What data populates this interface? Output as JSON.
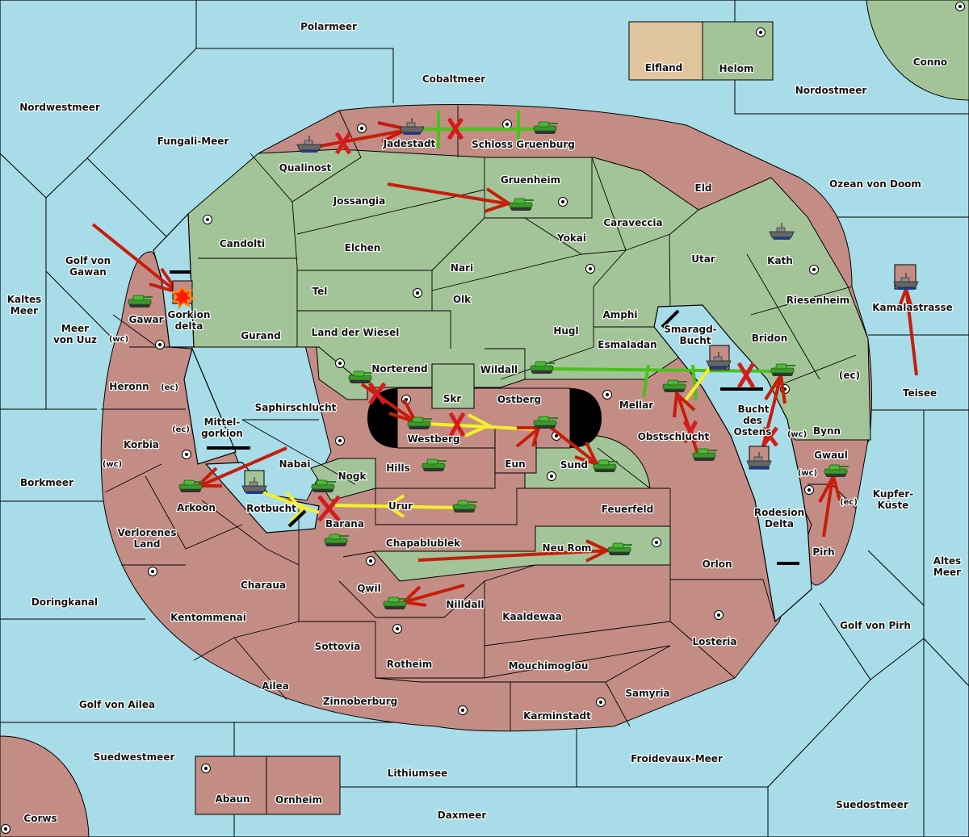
{
  "map": {
    "title": "Diplomacy map",
    "colors": {
      "sea": "#a7dce8",
      "power_red": "#c38d85",
      "power_green": "#a3c498",
      "neutral_tan": "#e1c59e",
      "order_move": "#c71d0b",
      "order_support": "#49c21c",
      "order_convoy": "#f5ef2a",
      "failed_marker": "#d41c1c"
    },
    "sea_regions": [
      "Polarmeer",
      "Cobaltmeer",
      "Nordwestmeer",
      "Fungali-Meer",
      "Nordostmeer",
      "Ozean von Doom",
      "Golf von Gawan",
      "Kaltes Meer",
      "Meer von Uuz",
      "Mittel-gorkion",
      "Borkmeer",
      "Rotbucht",
      "Doringkanal",
      "Golf von Ailea",
      "Suedwestmeer",
      "Lithiumsee",
      "Daxmeer",
      "Froidevaux-Meer",
      "Suedostmeer",
      "Golf von Pirh",
      "Altes Meer",
      "Kupfer-Küste",
      "Rodesion Delta",
      "Teisee",
      "Kamalastrasse",
      "Smaragd-Bucht",
      "Bucht des Ostens",
      "Gorkion delta"
    ],
    "labels": {
      "polarmeer": "Polarmeer",
      "cobaltmeer": "Cobaltmeer",
      "nordwestmeer": "Nordwestmeer",
      "fungali": "Fungali-Meer",
      "nordostmeer": "Nordostmeer",
      "ozean": "Ozean von Doom",
      "golf_gawan": [
        "Golf von",
        "Gawan"
      ],
      "kaltes": [
        "Kaltes",
        "Meer"
      ],
      "uuz": [
        "Meer",
        "von Uuz"
      ],
      "mittelgorkion": [
        "Mittel-",
        "gorkion"
      ],
      "borkmeer": "Borkmeer",
      "rotbucht": "Rotbucht",
      "doringkanal": "Doringkanal",
      "golf_ailea": "Golf von Ailea",
      "suedwestmeer": "Suedwestmeer",
      "lithiumsee": "Lithiumsee",
      "daxmeer": "Daxmeer",
      "froidevaux": "Froidevaux-Meer",
      "suedostmeer": "Suedostmeer",
      "golf_pirh": "Golf von Pirh",
      "altes": [
        "Altes",
        "Meer"
      ],
      "kupfer": [
        "Kupfer-",
        "Küste"
      ],
      "rodesion": [
        "Rodesion",
        "Delta"
      ],
      "teisee": "Teisee",
      "kamalastrasse": "Kamalastrasse",
      "smaragd": [
        "Smaragd-",
        "Bucht"
      ],
      "bucht_ostens": [
        "Bucht",
        "des",
        "Ostens"
      ],
      "gorkion_delta": [
        "Gorkion",
        "delta"
      ],
      "elfland": "Elfland",
      "helom": "Helom",
      "conno": "Conno",
      "jadestadt": "Jadestadt",
      "schloss": "Schloss Gruenburg",
      "eld": "Eld",
      "qualinost": "Qualinost",
      "gruenheim": "Gruenheim",
      "jossangia": "Jossangia",
      "caraveccia": "Caraveccia",
      "candolti": "Candolti",
      "elchen": "Elchen",
      "yokai": "Yokai",
      "utar": "Utar",
      "kath": "Kath",
      "nari": "Nari",
      "tel": "Tel",
      "olk": "Olk",
      "riesenheim": "Riesenheim",
      "amphi": "Amphi",
      "gurand": "Gurand",
      "wiesel": "Land der Wiesel",
      "hugl": "Hugl",
      "bridon": "Bridon",
      "esmaladan": "Esmaladan",
      "gawar": "Gawar",
      "heronn": "Heronn",
      "norterend": "Norterend",
      "wildall": "Wildall",
      "skr": "Skr",
      "ostberg": "Ostberg",
      "mellar": "Mellar",
      "saphir": "Saphirschlucht",
      "westberg": "Westberg",
      "obstschlucht": "Obstschlucht",
      "bynn": "Bynn",
      "korbia": "Korbia",
      "nabai": "Nabai",
      "hills": "Hills",
      "eun": "Eun",
      "sund": "Sund",
      "gwaul": "Gwaul",
      "nogk": "Nogk",
      "arkoon": "Arkoon",
      "urur": "Urur",
      "feuerfeld": "Feuerfeld",
      "barana": "Barana",
      "verlorenes": [
        "Verlorenes",
        "Land"
      ],
      "chapablublek": "Chapablublek",
      "neurom": "Neu Rom",
      "pirh": "Pirh",
      "orlon": "Orlon",
      "charaua": "Charaua",
      "qwil": "Qwil",
      "nilldall": "Nilldall",
      "kentommenai": "Kentommenai",
      "kaaldewaa": "Kaaldewaa",
      "sottovia": "Sottovia",
      "losteria": "Losteria",
      "rotheim": "Rotheim",
      "mouchimoglou": "Mouchimoglou",
      "ailea": "Ailea",
      "samyria": "Samyria",
      "zinnoberburg": "Zinnoberburg",
      "karminstadt": "Karminstadt",
      "abaun": "Abaun",
      "ornheim": "Ornheim",
      "corws": "Corws"
    },
    "coast_tags": {
      "wc": "(wc)",
      "ec": "(ec)"
    },
    "units": [
      {
        "type": "fleet",
        "location": "Qualinost"
      },
      {
        "type": "fleet",
        "location": "Jadestadt"
      },
      {
        "type": "army",
        "location": "Schloss Gruenburg"
      },
      {
        "type": "army",
        "location": "Gruenheim"
      },
      {
        "type": "fleet",
        "location": "Kath"
      },
      {
        "type": "fleet",
        "location": "Kamalastrasse"
      },
      {
        "type": "army",
        "location": "Gawar"
      },
      {
        "type": "fleet",
        "location": "Gorkion delta",
        "status": "dislodged"
      },
      {
        "type": "army",
        "location": "Norterend"
      },
      {
        "type": "army",
        "location": "Wildall"
      },
      {
        "type": "army",
        "location": "Westberg"
      },
      {
        "type": "army",
        "location": "Ostberg"
      },
      {
        "type": "army",
        "location": "Mellar"
      },
      {
        "type": "fleet",
        "location": "Smaragd-Bucht"
      },
      {
        "type": "army",
        "location": "Bridon"
      },
      {
        "type": "army",
        "location": "Obstschlucht"
      },
      {
        "type": "fleet",
        "location": "Bucht des Ostens"
      },
      {
        "type": "army",
        "location": "Gwaul"
      },
      {
        "type": "army",
        "location": "Arkoon"
      },
      {
        "type": "fleet",
        "location": "Rotbucht"
      },
      {
        "type": "army",
        "location": "Nogk"
      },
      {
        "type": "army",
        "location": "Hills"
      },
      {
        "type": "army",
        "location": "Urur"
      },
      {
        "type": "army",
        "location": "Barana"
      },
      {
        "type": "army",
        "location": "Sund"
      },
      {
        "type": "army",
        "location": "Neu Rom"
      },
      {
        "type": "army",
        "location": "Qwil"
      }
    ],
    "orders": [
      {
        "kind": "move",
        "from": "Qualinost",
        "to": "Jadestadt",
        "result": "failed"
      },
      {
        "kind": "support",
        "from": "Schloss Gruenburg",
        "target": "Jadestadt",
        "result": "cut"
      },
      {
        "kind": "move",
        "from": "Jossangia",
        "to": "Gruenheim"
      },
      {
        "kind": "move",
        "from": "Golf von Gawan",
        "to": "Gorkion delta"
      },
      {
        "kind": "move",
        "from": "Norterend",
        "to": "Westberg",
        "result": "failed"
      },
      {
        "kind": "convoy",
        "from": "Westberg",
        "to": "Ostberg",
        "result": "failed"
      },
      {
        "kind": "move",
        "from": "Eun",
        "to": "Ostberg"
      },
      {
        "kind": "move",
        "from": "Ostberg",
        "to": "Sund"
      },
      {
        "kind": "support",
        "from": "Wildall",
        "target": "Bridon"
      },
      {
        "kind": "move",
        "from": "Bridon",
        "to": "Smaragd-Bucht",
        "result": "failed"
      },
      {
        "kind": "move",
        "from": "Obstschlucht",
        "to": "Mellar",
        "result": "failed"
      },
      {
        "kind": "move",
        "from": "Bucht des Ostens",
        "to": "Bridon",
        "result": "failed"
      },
      {
        "kind": "move",
        "from": "Pirh",
        "to": "Gwaul"
      },
      {
        "kind": "move",
        "from": "Teisee",
        "to": "Kamalastrasse"
      },
      {
        "kind": "move",
        "from": "Nabai",
        "to": "Arkoon"
      },
      {
        "kind": "convoy",
        "from": "Rotbucht",
        "to": "Barana"
      },
      {
        "kind": "convoy",
        "from": "Urur",
        "to": "Nogk"
      },
      {
        "kind": "move",
        "from": "Nogk",
        "to": "Barana",
        "result": "failed"
      },
      {
        "kind": "move",
        "from": "Chapablublek",
        "to": "Neu Rom"
      },
      {
        "kind": "move",
        "from": "Nilldall",
        "to": "Qwil"
      }
    ]
  }
}
